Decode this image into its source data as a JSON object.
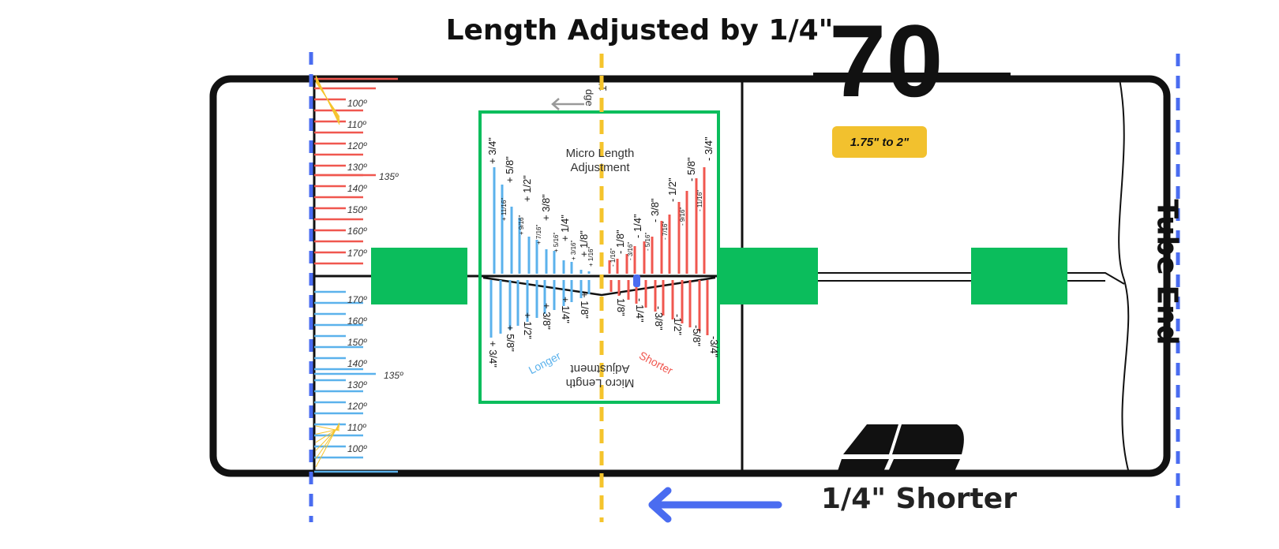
{
  "title": "Length Adjusted by 1/4\"",
  "bottom_label": "1/4\" Shorter",
  "side_label": "Tube End",
  "badge": "1.75\" to 2\"",
  "big_number": "70",
  "micro_title_line1": "Micro Length",
  "micro_title_line2": "Adjustment",
  "longer_label": "Longer",
  "shorter_label": "Shorter",
  "one_inch_label": "1\"",
  "edge_label": "dge",
  "angle_labels": [
    "100º",
    "110º",
    "120º",
    "130º",
    "140º",
    "150º",
    "160º",
    "170º"
  ],
  "angle_135": "135º",
  "top_major_left": [
    "+ 3/4\"",
    "+ 5/8\"",
    "+ 1/2\"",
    "+ 3/8\"",
    "+ 1/4\"",
    "+ 1/8\""
  ],
  "top_minor_left": [
    "+ 11/16\"",
    "+ 9/16\"",
    "+ 7/16\"",
    "+ 5/16\"",
    "+ 3/16\"",
    "+ 1/16\""
  ],
  "top_major_right": [
    "- 1/8\"",
    "- 1/4\"",
    "- 3/8\"",
    "- 1/2\"",
    "- 5/8\"",
    "- 3/4\""
  ],
  "top_minor_right": [
    "- 1/16\"",
    "- 3/16\"",
    "- 5/16\"",
    "- 7/16\"",
    "- 9/16\"",
    "- 11/16\""
  ],
  "bottom_major_left": [
    "+ 3/4\"",
    "+ 5/8\"",
    "+ 1/2\"",
    "+ 3/8\"",
    "+ 1/4\"",
    "+ 1/8\""
  ],
  "bottom_major_right": [
    "- 1/8\"",
    "- 1/4\"",
    "- 3/8\"",
    "-1/2\"",
    "-5/8\"",
    "-3/4\""
  ],
  "colors": {
    "green": "#0bbd5c",
    "blue_tick": "#5bb2ec",
    "red_tick": "#f0574f",
    "dash_blue": "#4a6cf0",
    "dash_yellow": "#f5c42c",
    "outline": "#111111"
  }
}
